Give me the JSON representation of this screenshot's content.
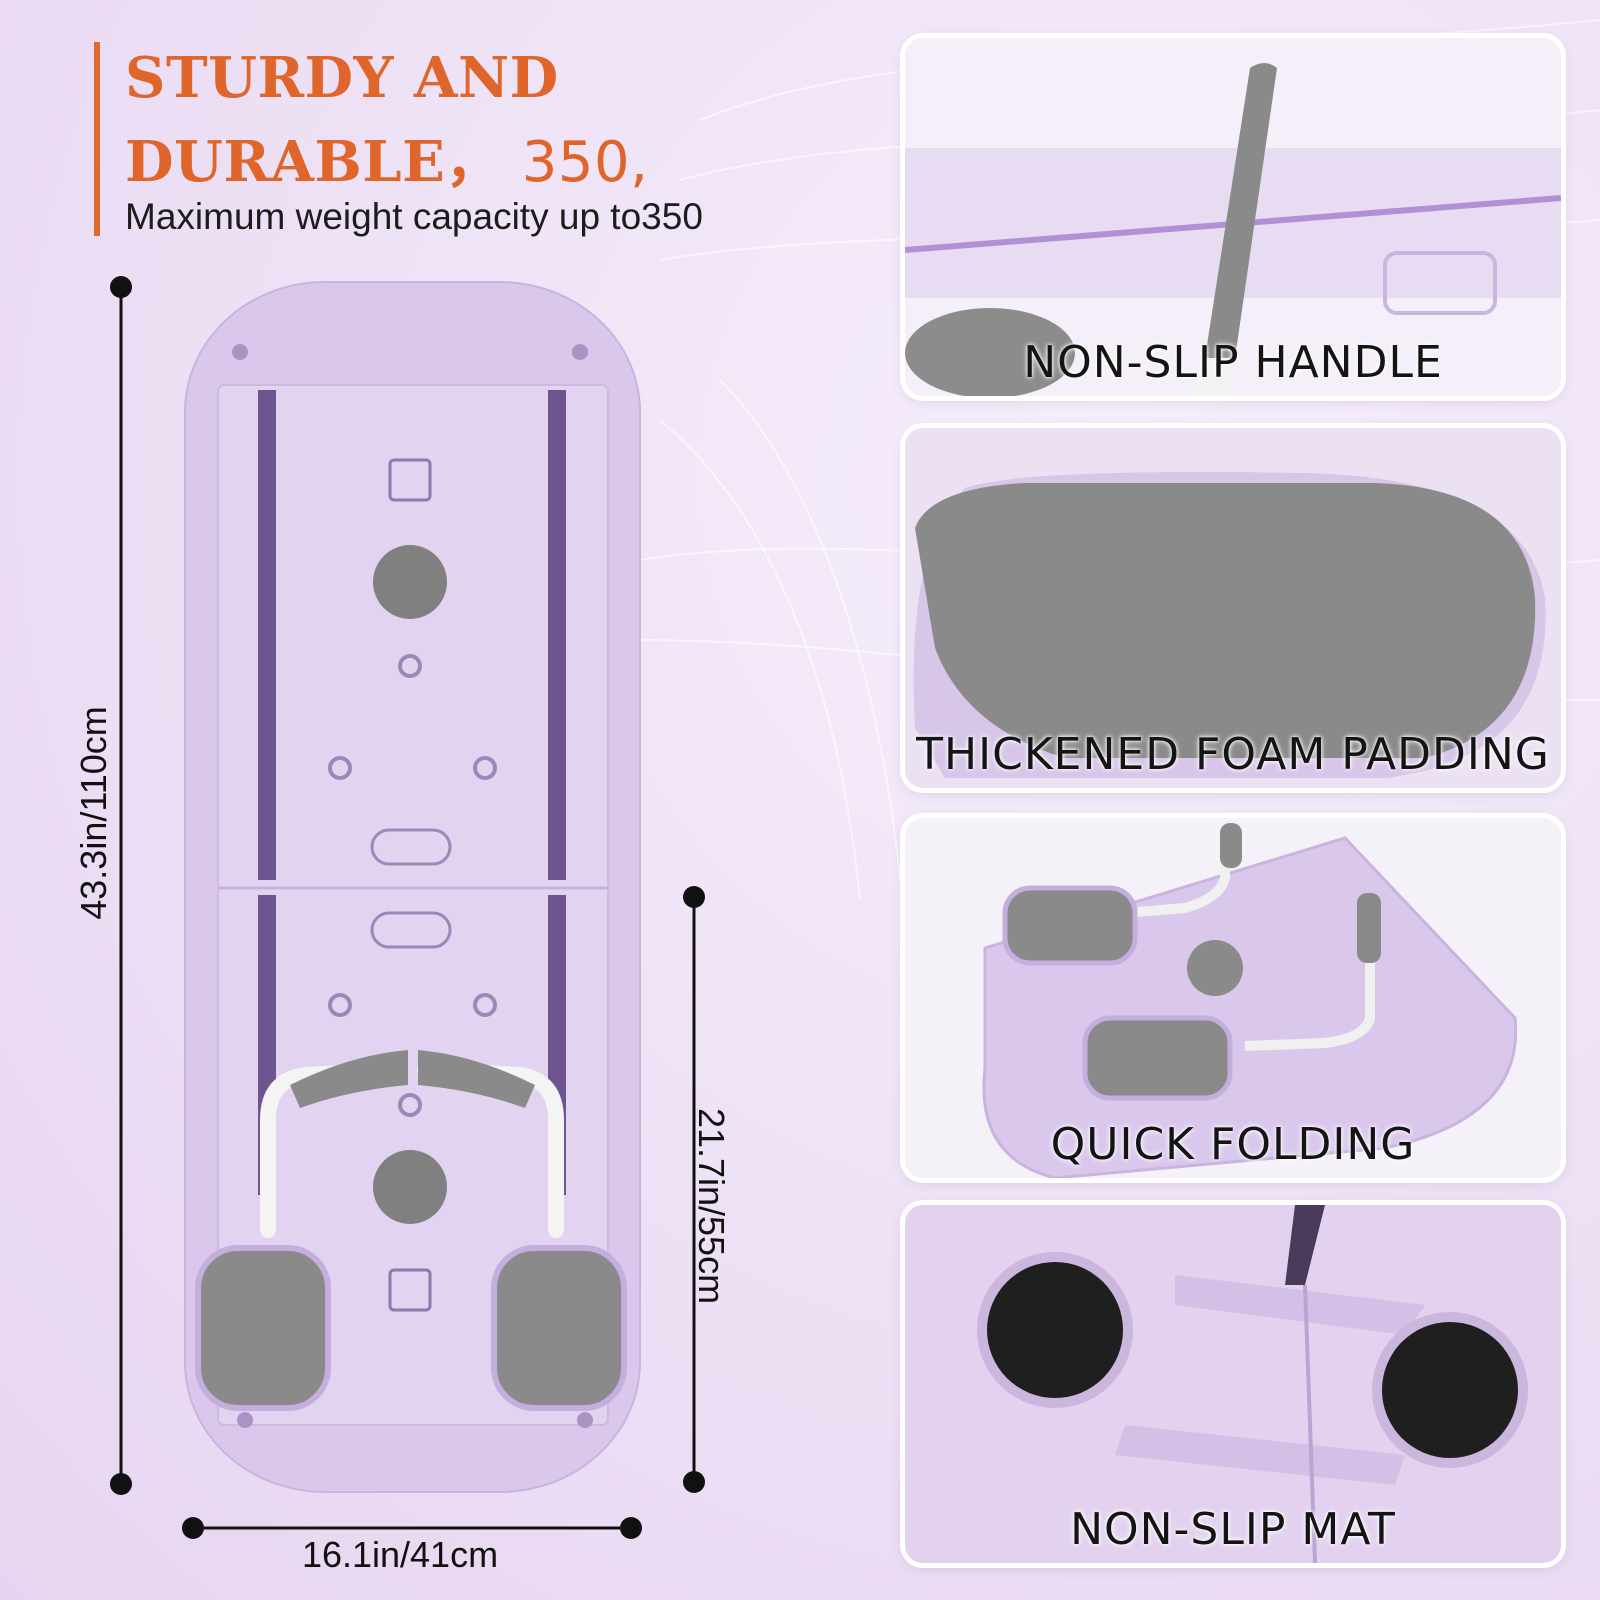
{
  "headline": {
    "line1": "STURDY AND",
    "line2": "DURABLE，",
    "line2_number": "350,",
    "subline": "Maximum weight capacity up to350"
  },
  "dimensions": {
    "height": "43.3in/110cm",
    "folded": "21.7in/55cm",
    "width": "16.1in/41cm"
  },
  "features": [
    {
      "label": "NON-SLIP HANDLE",
      "icon": "handle-closeup-icon"
    },
    {
      "label": "THICKENED FOAM PADDING",
      "icon": "foam-pad-closeup-icon"
    },
    {
      "label": "QUICK FOLDING",
      "icon": "folded-board-icon"
    },
    {
      "label": "NON-SLIP MAT",
      "icon": "rubber-feet-icon"
    }
  ],
  "colors": {
    "accent": "#e0652b",
    "board": "#dccbee",
    "foam": "#8a8a8a",
    "text": "#1c1c1c"
  }
}
